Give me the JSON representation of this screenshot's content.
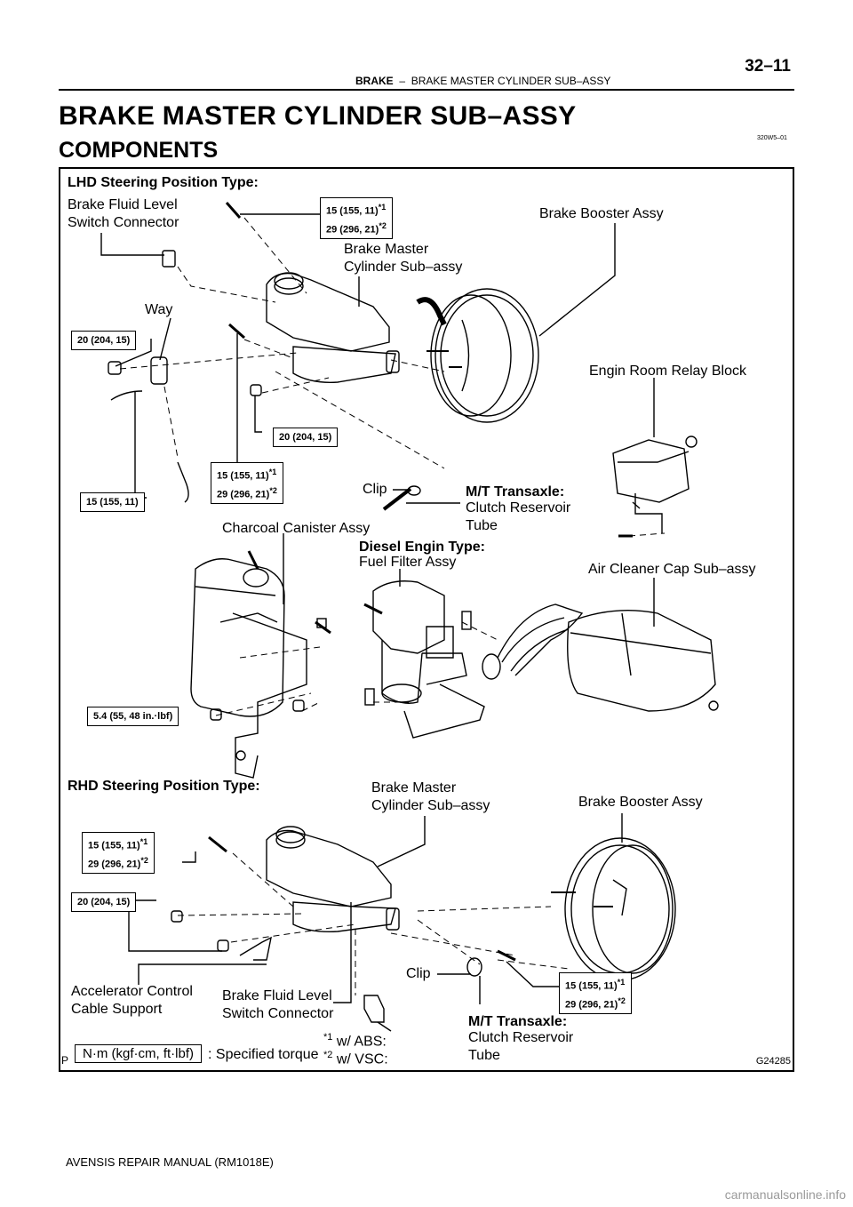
{
  "header": {
    "section": "BRAKE",
    "dash": "–",
    "topic": "BRAKE MASTER CYLINDER SUB–ASSY",
    "page": "32–11"
  },
  "title": "BRAKE MASTER CYLINDER SUB–ASSY",
  "subtitle": "COMPONENTS",
  "small_code": "320W5–01",
  "lhd": {
    "heading": "LHD Steering Position Type:",
    "fluid_switch_1": "Brake Fluid Level",
    "fluid_switch_2": "Switch Connector",
    "torque_top_1": "15 (155, 11)",
    "torque_top_2": "29 (296, 21)",
    "booster": "Brake Booster Assy",
    "master_1": "Brake Master",
    "master_2": "Cylinder Sub–assy",
    "way": "Way",
    "torque_left": "20 (204, 15)",
    "relay": "Engin Room Relay Block",
    "torque_mid": "20 (204, 15)",
    "torque_pipe_1": "15 (155, 11)",
    "torque_pipe_2": "29 (296, 21)",
    "torque_15": "15 (155, 11)",
    "clip": "Clip",
    "mt_heading": "M/T Transaxle:",
    "mt_1": "Clutch Reservoir",
    "mt_2": "Tube"
  },
  "middle": {
    "canister": "Charcoal Canister Assy",
    "diesel_heading": "Diesel Engin Type:",
    "fuel_filter": "Fuel Filter Assy",
    "air_cleaner": "Air Cleaner Cap Sub–assy",
    "torque_canister": "5.4 (55, 48 in.·lbf)"
  },
  "rhd": {
    "heading": "RHD Steering Position Type:",
    "master_1": "Brake Master",
    "master_2": "Cylinder Sub–assy",
    "booster": "Brake Booster Assy",
    "torque_a_1": "15 (155, 11)",
    "torque_a_2": "29 (296, 21)",
    "torque_b": "20 (204, 15)",
    "torque_c_1": "15 (155, 11)",
    "torque_c_2": "29 (296, 21)",
    "clip": "Clip",
    "accel_1": "Accelerator Control",
    "accel_2": "Cable Support",
    "fluid_switch_1": "Brake Fluid Level",
    "fluid_switch_2": "Switch Connector",
    "mt_heading": "M/T Transaxle:",
    "mt_1": "Clutch Reservoir",
    "mt_2": "Tube"
  },
  "notes": {
    "sup1": "*1",
    "sup2": "*2",
    "n1": "*1",
    "n1_text": " w/ ABS:",
    "n2": "*2",
    "n2_text": " w/ VSC:",
    "legend_unit": "N·m (kgf·cm, ft·lbf)",
    "legend_text": ": Specified torque",
    "p_mark": "P",
    "fig_code": "G24285"
  },
  "footer": "AVENSIS REPAIR MANUAL   (RM1018E)",
  "watermark": "carmanualsonline.info"
}
